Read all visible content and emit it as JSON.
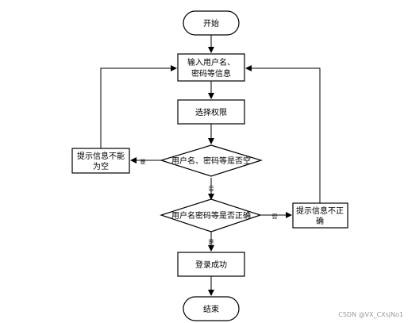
{
  "nodes": {
    "start": "开始",
    "input_line1": "输入用户名、",
    "input_line2": "密码等信息",
    "select_role": "选择权限",
    "check_empty": "用户名、密码等是否空",
    "empty_tip_line1": "提示信息不能",
    "empty_tip_line2": "为空",
    "check_correct": "用户名密码等是否正确",
    "wrong_tip_line1": "提示信息不正",
    "wrong_tip_line2": "确",
    "login_ok": "登录成功",
    "end": "结束"
  },
  "edges": {
    "yes_empty": "是",
    "no_empty": "否",
    "no_correct": "否",
    "yes_correct": "是"
  },
  "watermark": "CSDN @VX_CXsjNo1"
}
